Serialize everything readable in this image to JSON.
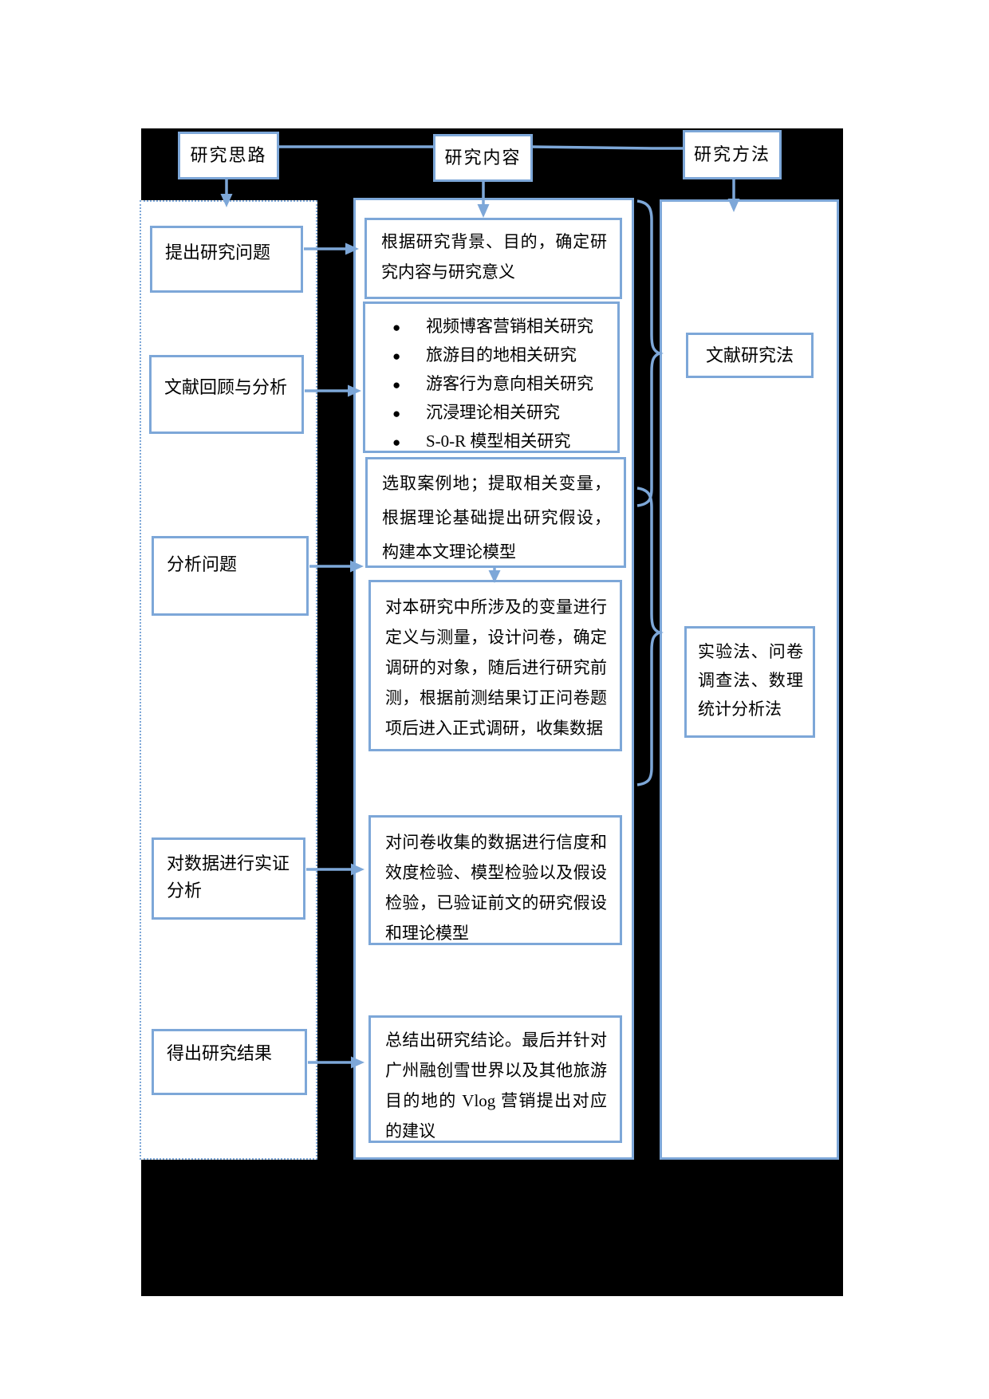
{
  "diagram": {
    "header": {
      "research_approach": "研究思路",
      "research_content": "研究内容",
      "research_method": "研究方法"
    },
    "left_column": {
      "steps": [
        "提出研究问题",
        "文献回顾与分析",
        "分析问题",
        "对数据进行实证分析",
        "得出研究结果"
      ]
    },
    "middle_column": {
      "define_background": "根据研究背景、目的，确定研究内容与研究意义",
      "bullet_char": "●",
      "literature_bullets": [
        "视频博客营销相关研究",
        "旅游目的地相关研究",
        "游客行为意向相关研究",
        "沉浸理论相关研究",
        "S-0-R 模型相关研究"
      ],
      "case_selection": "选取案例地；提取相关变量，根据理论基础提出研究假设，构建本文理论模型",
      "survey_design": "对本研究中所涉及的变量进行定义与测量，设计问卷，确定调研的对象，随后进行研究前测，根据前测结果订正问卷题项后进入正式调研，收集数据",
      "data_validation": "对问卷收集的数据进行信度和效度检验、模型检验以及假设检验，已验证前文的研究假设和理论模型",
      "conclusion": "总结出研究结论。最后并针对广州融创雪世界以及其他旅游目的地的 Vlog 营销提出对应的建议"
    },
    "right_column": {
      "methods": [
        "文献研究法",
        "实验法、问卷调查法、数理统计分析法"
      ]
    },
    "colors": {
      "line_blue": "#7da7d8",
      "canvas_black": "#000000",
      "box_white": "#ffffff",
      "text_black": "#000000"
    }
  }
}
